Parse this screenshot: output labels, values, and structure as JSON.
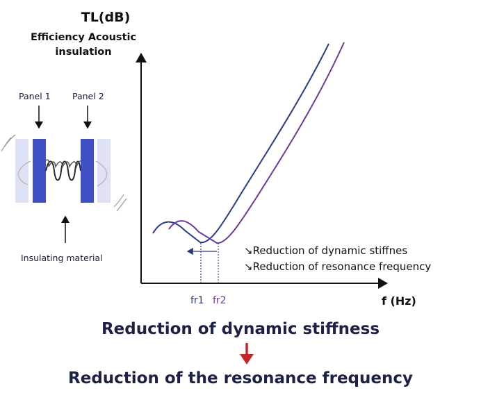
{
  "axes": {
    "y_title": "TL(dB)",
    "y_subtitle_line1": "Efficiency Acoustic",
    "y_subtitle_line2": "insulation",
    "x_title": "f (Hz)"
  },
  "schematic": {
    "panel1": "Panel  1",
    "panel2": "Panel 2",
    "insulating": "Insulating material",
    "colors": {
      "panel": "#3f4fc4",
      "panel_light": "#dfe2f5",
      "spring": "#2a2a2a"
    }
  },
  "annotations": {
    "note1": "↘Reduction of dynamic stiffnes",
    "note2": "↘Reduction of resonance frequency",
    "fr1": "fr1",
    "fr2": "fr2"
  },
  "conclusion": {
    "line1": "Reduction of dynamic stiffness",
    "line2": "Reduction of the resonance frequency",
    "arrow_color": "#c62828"
  },
  "curves": {
    "colors": {
      "curve1": "#2b3a85",
      "curve2": "#6a3a9a"
    }
  }
}
